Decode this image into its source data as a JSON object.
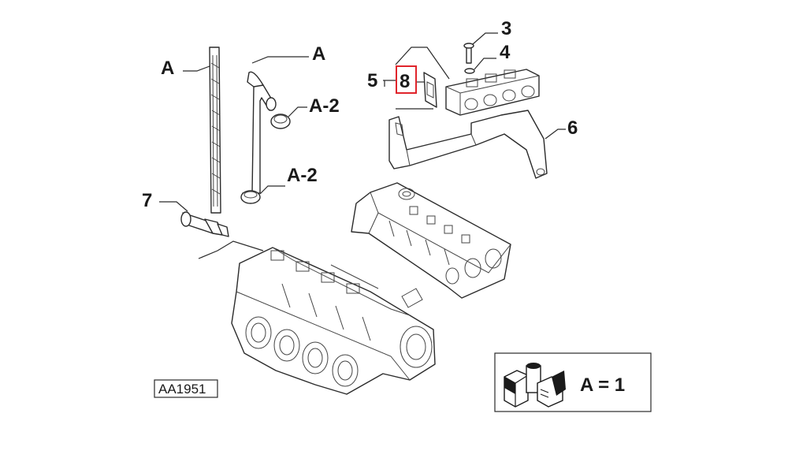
{
  "callouts": {
    "a_left": "A",
    "a_top": "A",
    "a2_upper": "A-2",
    "a2_lower": "A-2",
    "n3": "3",
    "n4": "4",
    "n5": "5",
    "n6": "6",
    "n7": "7",
    "n8": "8"
  },
  "reference_code": "AA1951",
  "legend": {
    "text": "A = 1",
    "icon": "fuel-hose-cut-icon"
  },
  "highlight_color": "#e0242b"
}
